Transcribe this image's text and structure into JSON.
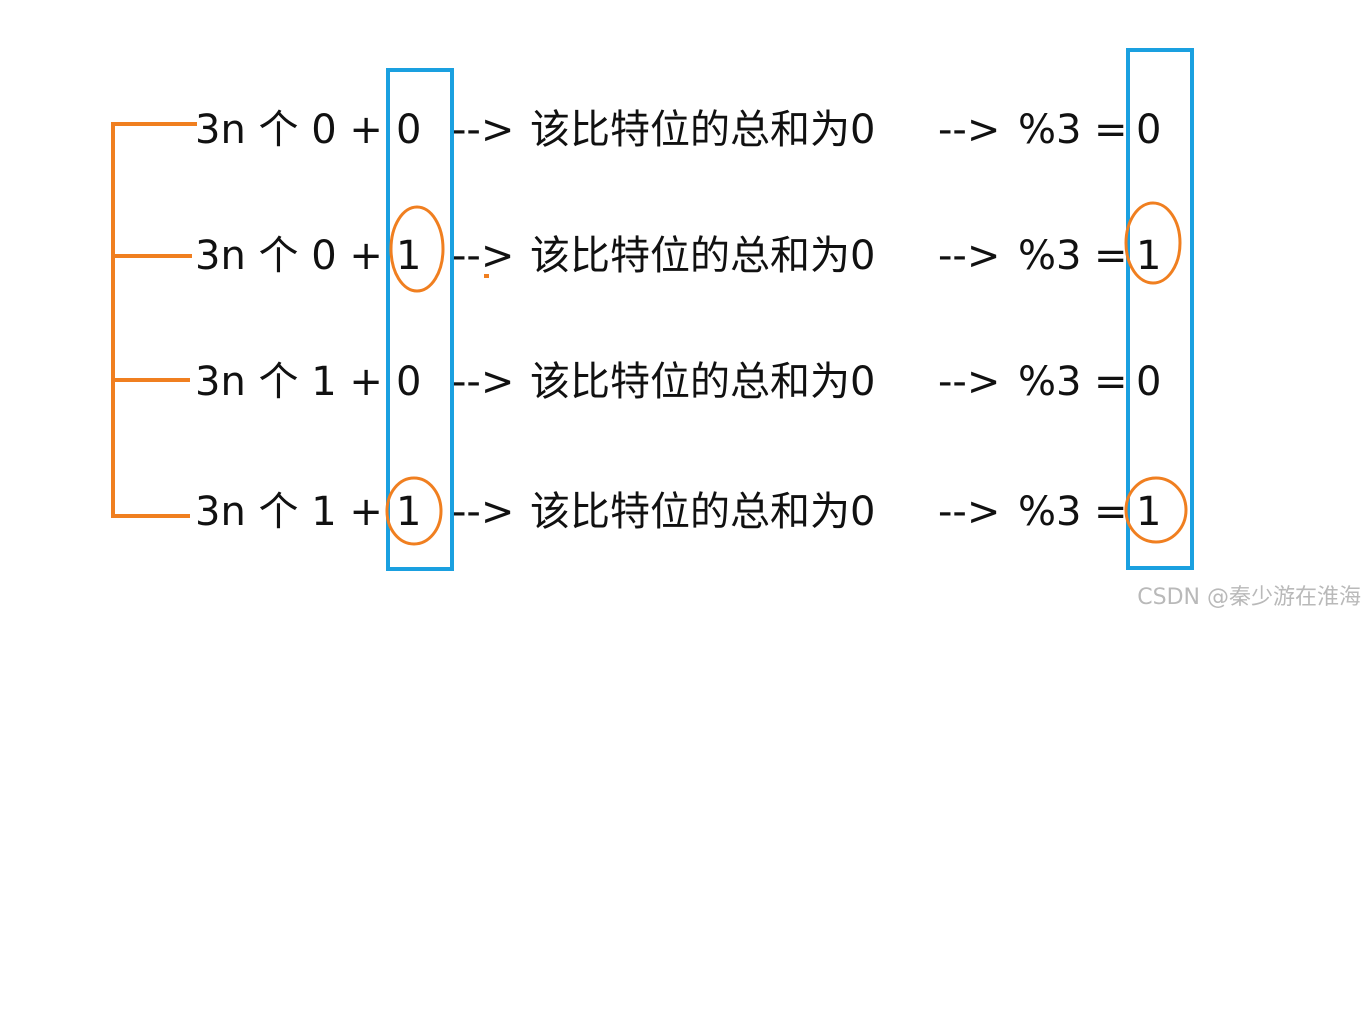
{
  "colors": {
    "bracket": "#f07f20",
    "highlight_box": "#1aa0e0",
    "circle": "#f07f20",
    "text": "#111111",
    "watermark": "#b9b9b9"
  },
  "rows": [
    {
      "lhs": "3n 个 0 +",
      "bit": "0",
      "arrow1": "-->",
      "label": "该比特位的总和为0",
      "arrow2": "-->",
      "mod": "%3",
      "eq": "=",
      "result": "0",
      "circled": false
    },
    {
      "lhs": "3n 个 0 +",
      "bit": "1",
      "arrow1": "-->",
      "label": "该比特位的总和为0",
      "arrow2": "-->",
      "mod": "%3",
      "eq": "=",
      "result": "1",
      "circled": true
    },
    {
      "lhs": "3n 个 1 +",
      "bit": "0",
      "arrow1": "-->",
      "label": "该比特位的总和为0",
      "arrow2": "-->",
      "mod": "%3",
      "eq": "=",
      "result": "0",
      "circled": false
    },
    {
      "lhs": "3n 个 1 +",
      "bit": "1",
      "arrow1": "-->",
      "label": "该比特位的总和为0",
      "arrow2": "-->",
      "mod": "%3",
      "eq": "=",
      "result": "1",
      "circled": true
    }
  ],
  "watermark": "CSDN @秦少游在淮海"
}
